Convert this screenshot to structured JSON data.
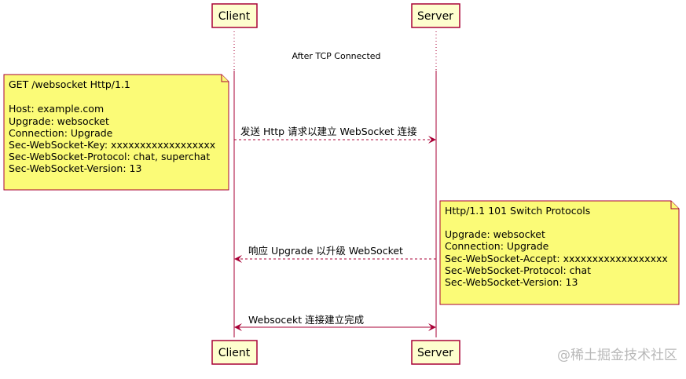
{
  "participants": {
    "client": "Client",
    "server": "Server"
  },
  "divider": "After TCP Connected",
  "notes": {
    "request": [
      "GET /websocket Http/1.1",
      "",
      "Host: example.com",
      "Upgrade: websocket",
      "Connection: Upgrade",
      "Sec-WebSocket-Key: xxxxxxxxxxxxxxxxxx",
      "Sec-WebSocket-Protocol: chat, superchat",
      "Sec-WebSocket-Version: 13"
    ],
    "response": [
      "Http/1.1 101 Switch Protocols",
      "",
      "Upgrade: websocket",
      "Connection: Upgrade",
      "Sec-WebSocket-Accept: xxxxxxxxxxxxxxxxxx",
      "Sec-WebSocket-Protocol: chat",
      "Sec-WebSocket-Version: 13"
    ]
  },
  "messages": {
    "request": "发送 Http 请求以建立 WebSocket 连接",
    "response": "响应 Upgrade 以升级 WebSocket",
    "established": "Websocekt 连接建立完成"
  },
  "watermark": "@稀土掘金技术社区",
  "colors": {
    "line": "#a80036",
    "participant_fill": "#fefece",
    "note_fill": "#fbfb77"
  }
}
